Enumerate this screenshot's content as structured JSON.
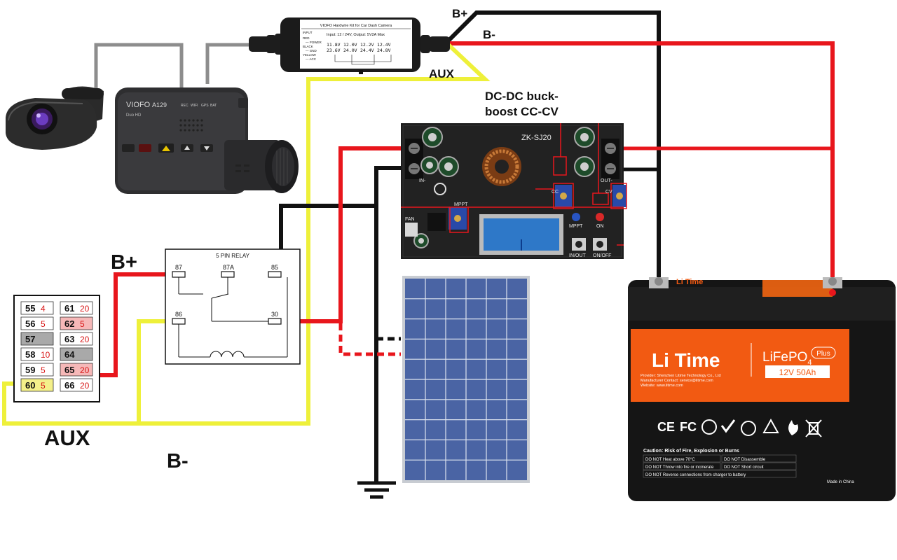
{
  "labels": {
    "b_plus_top": "B+",
    "b_minus_top": "B-",
    "aux_top": "AUX",
    "buck_line1": "DC-DC buck-",
    "buck_line2": "boost CC-CV",
    "b_plus_left": "B+",
    "aux_bottom": "AUX",
    "b_minus_bottom": "B-"
  },
  "hardwire_kit": {
    "title": "VIOFO Hardwire Kit for Car Dash Camera",
    "spec": "Input: 12 / 24V, Output: 5V2A Max",
    "wire_legend": [
      "INPUT",
      "RED",
      "— POWER",
      "BLACK",
      "— GND",
      "YELLOW",
      "— ACC"
    ],
    "volt_table": [
      [
        "11.8V",
        "12.0V",
        "12.2V",
        "12.4V"
      ],
      [
        "23.6V",
        "24.0V",
        "24.4V",
        "24.8V"
      ]
    ]
  },
  "dashcam": {
    "brand": "VIOFO",
    "model": "A129",
    "subtitle": "Duo HD",
    "status_labels": [
      "REC",
      "WIFI",
      "GPS",
      "BAT"
    ]
  },
  "relay": {
    "title": "5 PIN RELAY",
    "pins": [
      "87",
      "87A",
      "85",
      "86",
      "30"
    ]
  },
  "buck_board": {
    "model": "ZK-SJ20",
    "labels": [
      "IN-",
      "OUT-",
      "CC",
      "CV",
      "MPPT",
      "FAN",
      "IN/OUT",
      "ON/OFF",
      "ON",
      "MPPT"
    ]
  },
  "fuse_box": {
    "left": [
      {
        "num": "55",
        "amp": "4",
        "highlight": "none"
      },
      {
        "num": "56",
        "amp": "5",
        "highlight": "none"
      },
      {
        "num": "57",
        "amp": "",
        "highlight": "gray"
      },
      {
        "num": "58",
        "amp": "10",
        "highlight": "none"
      },
      {
        "num": "59",
        "amp": "5",
        "highlight": "none"
      },
      {
        "num": "60",
        "amp": "5",
        "highlight": "yellow"
      }
    ],
    "right": [
      {
        "num": "61",
        "amp": "20",
        "highlight": "none"
      },
      {
        "num": "62",
        "amp": "5",
        "highlight": "pink"
      },
      {
        "num": "63",
        "amp": "20",
        "highlight": "none"
      },
      {
        "num": "64",
        "amp": "",
        "highlight": "gray"
      },
      {
        "num": "65",
        "amp": "20",
        "highlight": "pink"
      },
      {
        "num": "66",
        "amp": "20",
        "highlight": "none"
      }
    ]
  },
  "battery": {
    "brand": "Li Time",
    "chem_main": "LiFePO",
    "chem_sub": "4",
    "plus": "Plus",
    "rating": "12V 50Ah",
    "provider": "Provider: Shenzhen Litime Technology Co., Ltd",
    "contact": "Manufacturer Contact: service@litime.com",
    "website": "Website: www.litime.com",
    "caution": "Caution: Risk of Fire, Explosion or Burns",
    "warnings": [
      "DO NOT Heat above 70°C",
      "DO NOT Disassemble",
      "DO NOT Throw into fire or incinerate",
      "DO NOT Short circuit",
      "DO NOT Reverse connections from charger to battery"
    ],
    "cert_marks": [
      "CE",
      "FC"
    ],
    "made_in": "Made in China"
  },
  "colors": {
    "wire_red": "#e8161c",
    "wire_black": "#111111",
    "wire_yellow": "#eef03a",
    "wire_gray": "#8d8d8d",
    "battery_orange": "#f25a12",
    "battery_body": "#1a1a1a",
    "pcb": "#1c1c1c",
    "panel_blue": "#4a64a4"
  }
}
